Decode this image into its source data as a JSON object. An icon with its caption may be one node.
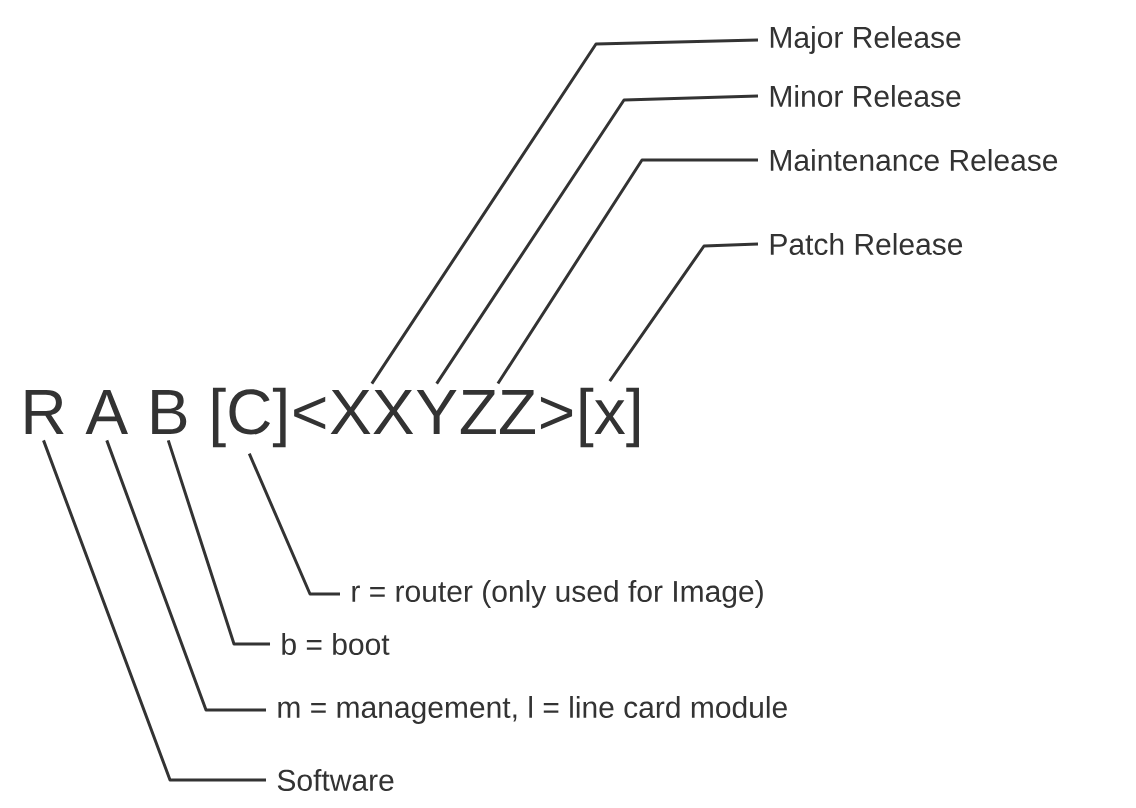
{
  "diagram": {
    "nodes": [
      {
        "text": [
          "Major Release"
        ]
      },
      {
        "text": [
          "Minor Release"
        ]
      },
      {
        "text": [
          "Maintenance Release"
        ]
      },
      {
        "text": [
          "Patch Release"
        ]
      },
      {
        "text": [
          "R"
        ]
      },
      {
        "text": [
          "A"
        ]
      },
      {
        "text": [
          "B"
        ]
      },
      {
        "text": [
          "[C]"
        ]
      },
      {
        "text": [
          "XX"
        ]
      },
      {
        "text": [
          "Y"
        ]
      },
      {
        "text": [
          "ZZ"
        ]
      },
      {
        "text": [
          "[x]"
        ]
      },
      {
        "text": [
          "r = router (only used for Image)"
        ]
      },
      {
        "text": [
          "b = boot"
        ]
      },
      {
        "text": [
          "m = management, l = line card module"
        ]
      },
      {
        "text": [
          "Software"
        ]
      }
    ],
    "edges": [
      {
        "from": 0,
        "to": 8,
        "arrow": "none"
      },
      {
        "from": 1,
        "to": 9,
        "arrow": "none"
      },
      {
        "from": 2,
        "to": 10,
        "arrow": "none"
      },
      {
        "from": 3,
        "to": 11,
        "arrow": "none"
      },
      {
        "from": 12,
        "to": 7,
        "arrow": "none"
      },
      {
        "from": 13,
        "to": 6,
        "arrow": "none"
      },
      {
        "from": 14,
        "to": 5,
        "arrow": "none"
      },
      {
        "from": 15,
        "to": 4,
        "arrow": "none"
      }
    ],
    "labels": [
      "<",
      ">"
    ]
  }
}
